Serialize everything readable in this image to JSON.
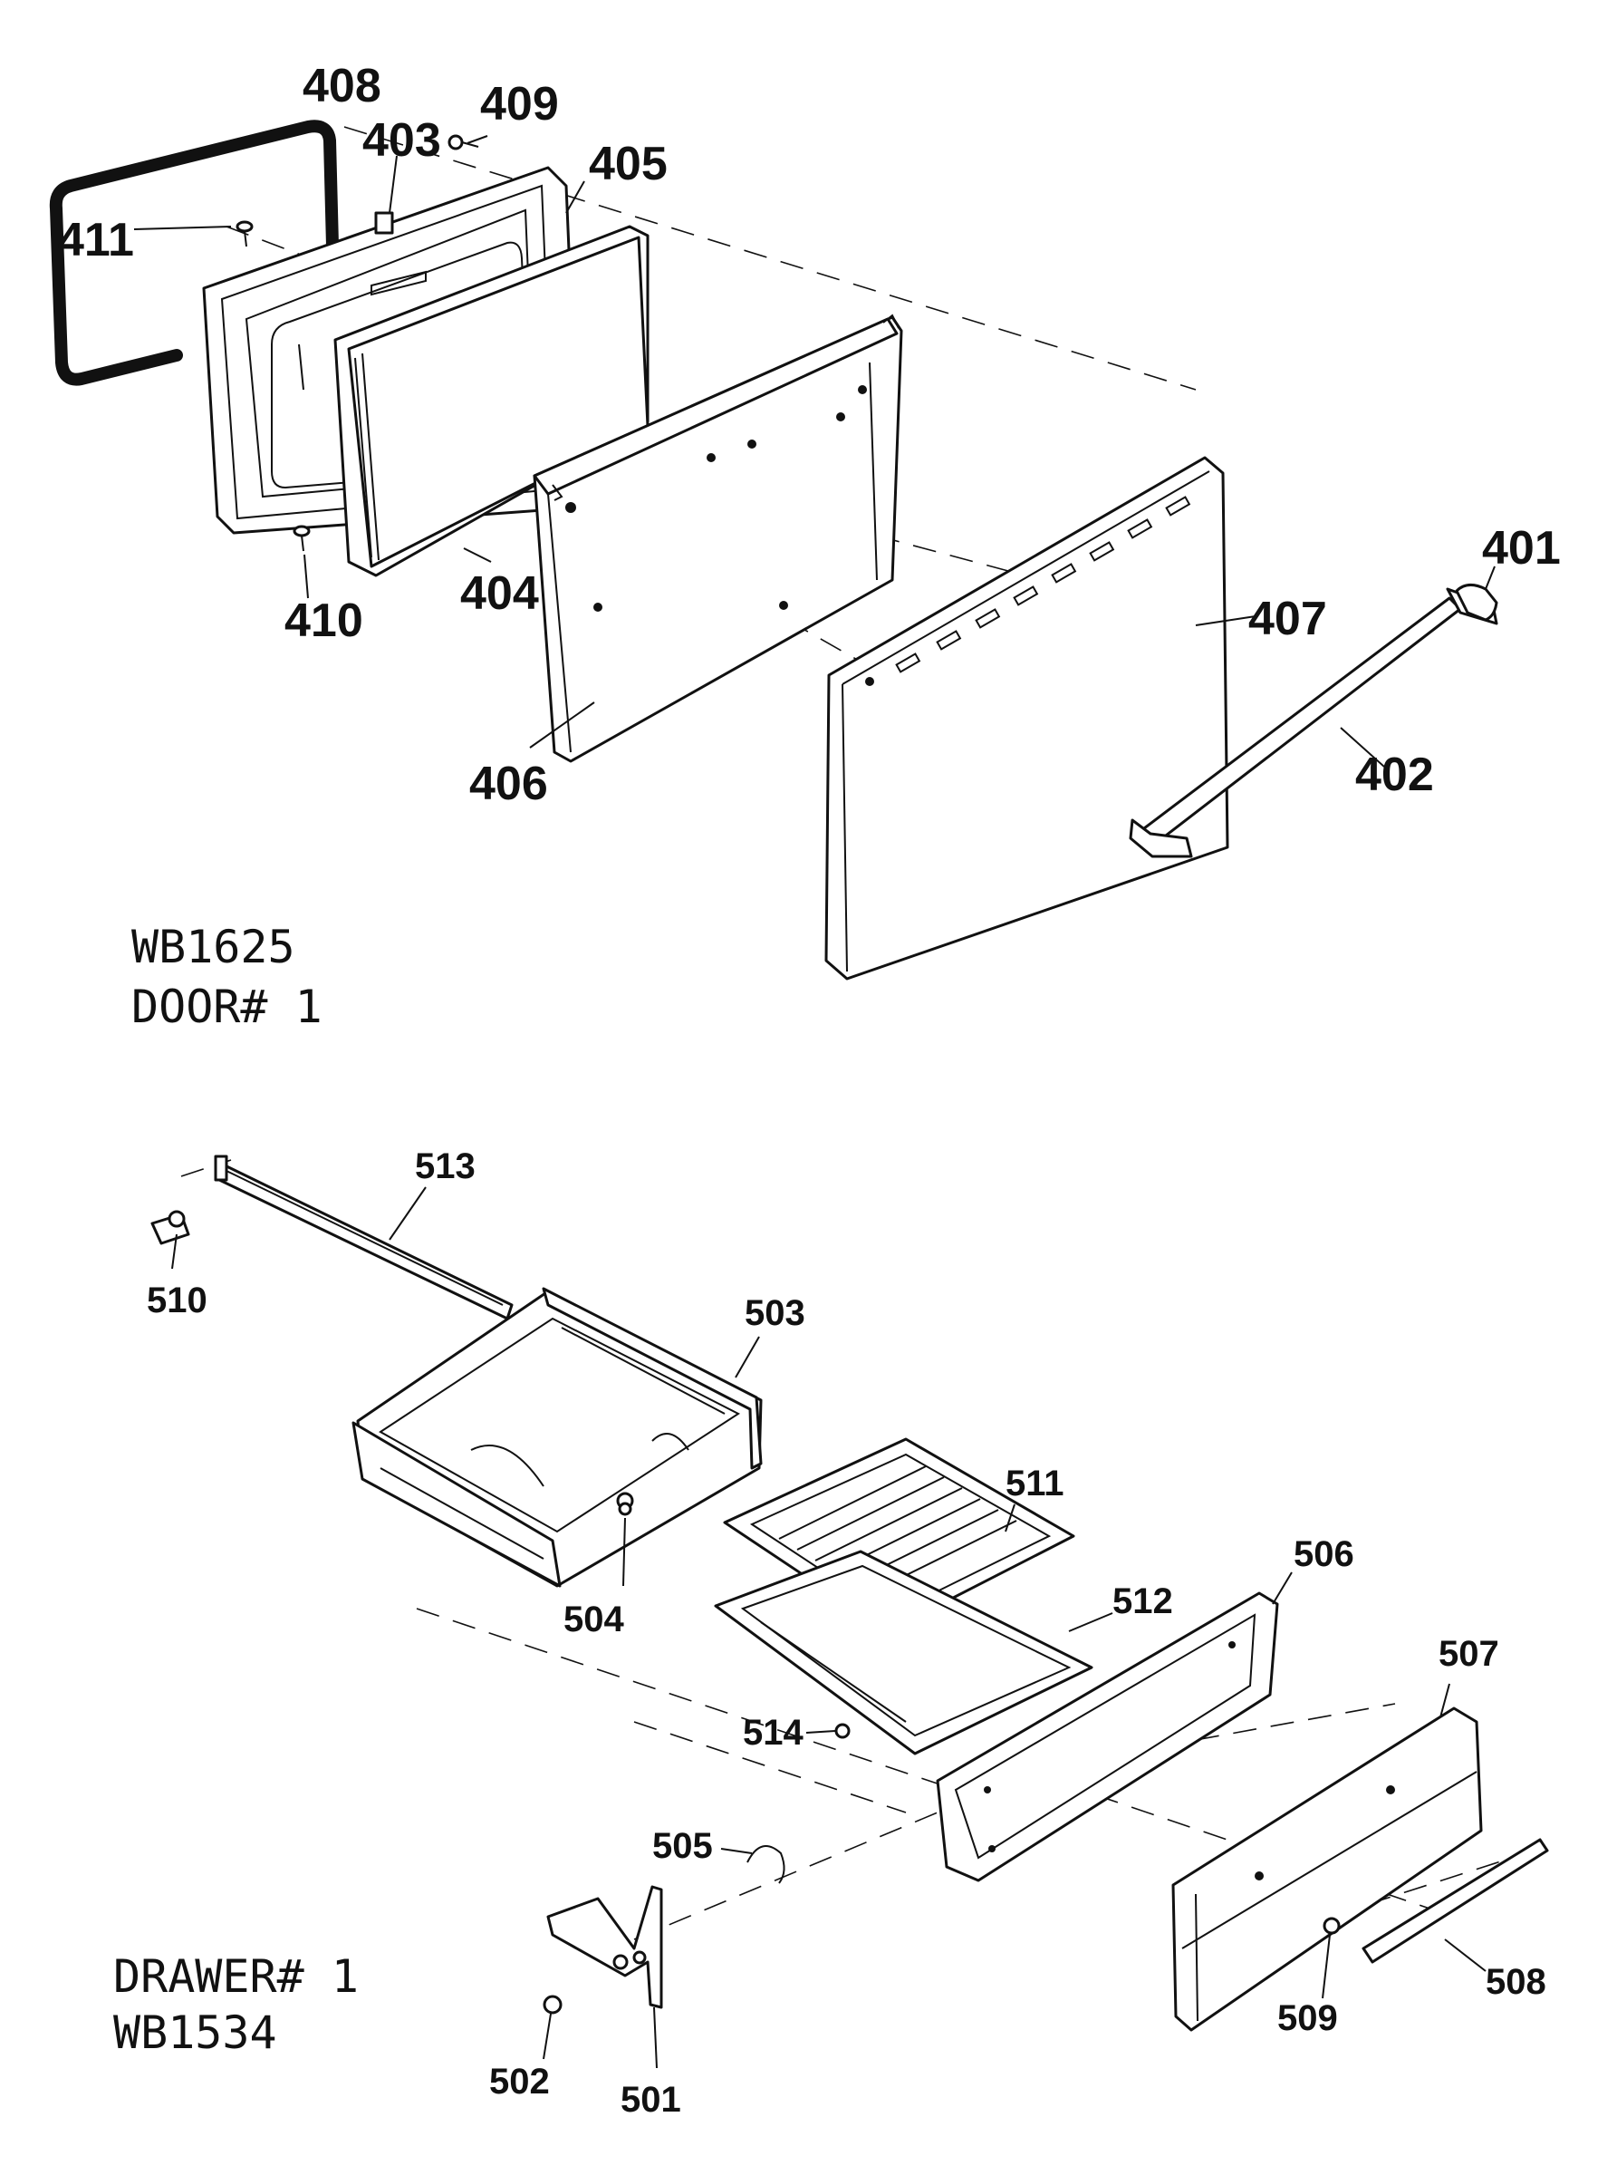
{
  "door": {
    "title_line1": "WB1625",
    "title_line2": "DOOR# 1",
    "callouts": {
      "c401": "401",
      "c402": "402",
      "c403": "403",
      "c404": "404",
      "c405": "405",
      "c406": "406",
      "c407": "407",
      "c408": "408",
      "c409": "409",
      "c410": "410",
      "c411": "411"
    }
  },
  "drawer": {
    "title_line1": "DRAWER# 1",
    "title_line2": "WB1534",
    "callouts": {
      "c501": "501",
      "c502": "502",
      "c503": "503",
      "c504": "504",
      "c505": "505",
      "c506": "506",
      "c507": "507",
      "c508": "508",
      "c509": "509",
      "c510": "510",
      "c511": "511",
      "c512": "512",
      "c513": "513",
      "c514": "514"
    }
  }
}
